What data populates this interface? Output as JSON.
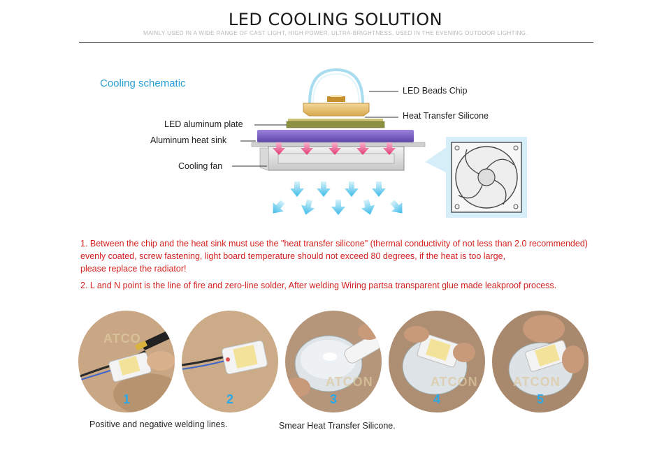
{
  "header": {
    "title": "LED COOLING SOLUTION",
    "subtitle": "MAINLY USED IN A WIDE RANGE OF CAST LIGHT, HIGH POWER, ULTRA-BRIGHTNESS, USED IN THE EVENING OUTDOOR LIGHTING."
  },
  "schematic": {
    "heading": "Cooling schematic",
    "labels": {
      "led_beads_chip": "LED Beads Chip",
      "heat_transfer_silicone": "Heat Transfer Silicone",
      "led_aluminum_plate": "LED aluminum plate",
      "aluminum_heat_sink": "Aluminum heat sink",
      "cooling_fan": "Cooling fan"
    }
  },
  "notes": [
    {
      "lines": [
        "1. Between the chip and the heat sink must use the \"heat transfer silicone\" (thermal conductivity of not less than 2.0 recommended)",
        "evenly coated, screw fastening, light board temperature should not exceed 80 degrees, if the heat is too large,",
        "please replace the radiator!"
      ]
    },
    {
      "lines": [
        "2. L and N point is the line of fire and zero-line solder, After welding Wiring partsa transparent glue made leakproof process."
      ]
    }
  ],
  "steps": [
    {
      "number": "1",
      "brand": "ATCO"
    },
    {
      "number": "2",
      "brand": ""
    },
    {
      "number": "3",
      "brand": "ATCON"
    },
    {
      "number": "4",
      "brand": "ATCON"
    },
    {
      "number": "5",
      "brand": "ATCON"
    }
  ],
  "captions": {
    "welding": "Positive and negative welding lines.",
    "smear": "Smear Heat Transfer Silicone."
  },
  "colors": {
    "accent_blue": "#2a9fd6",
    "note_red": "#d42020",
    "arrow_blue": "#4cc3ee",
    "heat_pink": "#e8407a",
    "sink_purple": "#7b5fc4"
  }
}
